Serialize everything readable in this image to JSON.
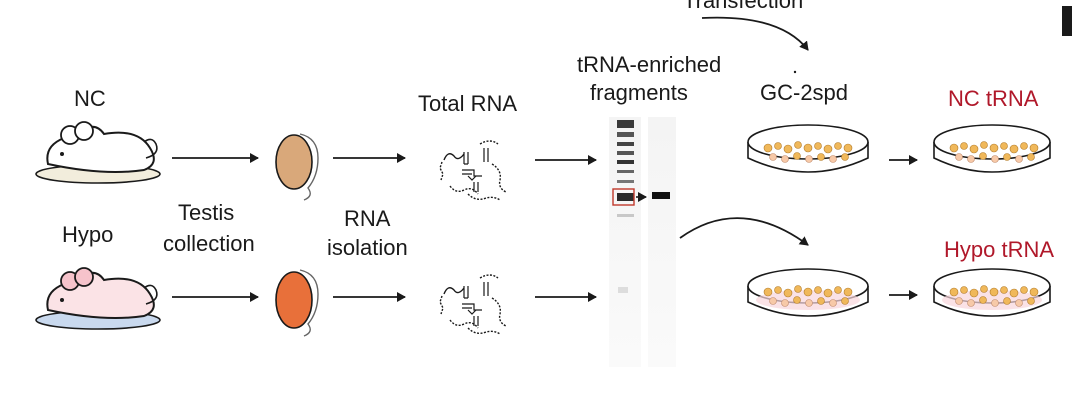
{
  "labels": {
    "transfection": "Transfection",
    "nc": "NC",
    "hypo": "Hypo",
    "testis_line1": "Testis",
    "testis_line2": "collection",
    "total_rna": "Total RNA",
    "rna_line1": "RNA",
    "rna_line2": "isolation",
    "trna_line1": "tRNA-enriched",
    "trna_line2": "fragments",
    "gc2spd": "GC-2spd",
    "nc_trna": "NC tRNA",
    "hypo_trna": "Hypo tRNA"
  },
  "colors": {
    "text": "#1a1a1a",
    "accent_red": "#b0182a",
    "nc_testis": "#d9a87a",
    "hypo_testis": "#e8703a",
    "nc_mouse_base": "#f2eddc",
    "hypo_mouse_base": "#c9d9ee",
    "hypo_mouse_body": "#fbe3e6",
    "cell": "#f0b85a"
  },
  "icons": [
    "mouse-icon",
    "testis-icon",
    "rna-structure-icon",
    "gel-lane-icon",
    "petri-dish-icon",
    "arrow-icon"
  ]
}
